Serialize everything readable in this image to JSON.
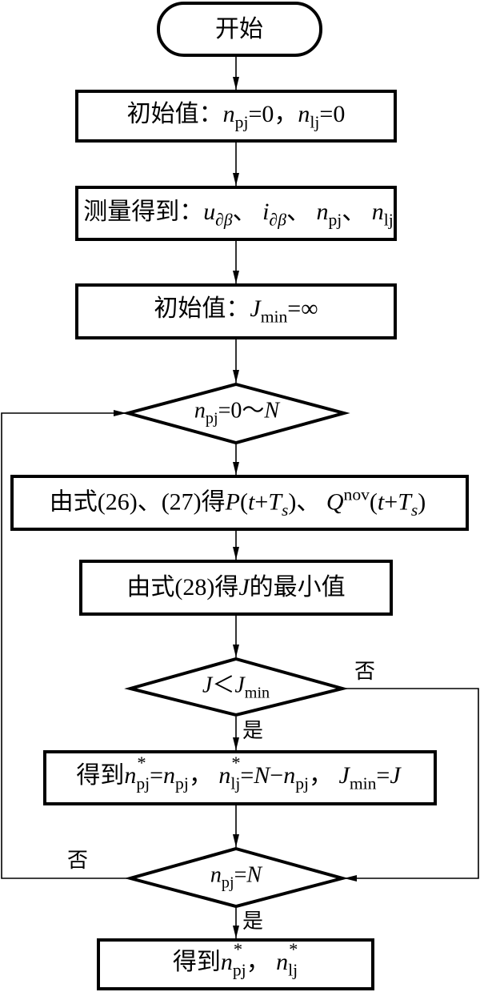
{
  "diagram": {
    "type": "flowchart",
    "nodes": [
      {
        "id": "start",
        "shape": "terminal",
        "text": "开始"
      },
      {
        "id": "init1",
        "shape": "process",
        "text": "初始值：n_pj=0，n_lj=0",
        "parts": {
          "prefix": "初始值：",
          "v1": "n",
          "v1sub": "pj",
          "eq1": "=0，",
          "v2": "n",
          "v2sub": "lj",
          "eq2": "=0"
        }
      },
      {
        "id": "measure",
        "shape": "process",
        "text": "测量得到：u_∂β、i_∂β、n_pj、n_lj",
        "parts": {
          "prefix": "测量得到：",
          "u": "u",
          "usub": "∂β",
          "sep": "、",
          "i": "i",
          "isub": "∂β",
          "n": "n",
          "npsub": "pj",
          "nlsub": "lj"
        }
      },
      {
        "id": "init2",
        "shape": "process",
        "text": "初始值：J_min=∞",
        "parts": {
          "prefix": "初始值：",
          "J": "J",
          "sub": "min",
          "eq": "=∞"
        }
      },
      {
        "id": "loop",
        "shape": "decision",
        "text": "n_pj=0～N",
        "parts": {
          "n": "n",
          "sub": "pj",
          "eq": "=0～",
          "N": "N"
        }
      },
      {
        "id": "calcPQ",
        "shape": "process",
        "text": "由式(26)、(27)得P(t+T_s)、Q^nov(t+T_s)",
        "parts": {
          "prefix": "由式(26)、(27)得",
          "P": "P",
          "open": "(",
          "t": "t",
          "plus": "+",
          "T": "T",
          "s": "s",
          "close": ")",
          "sep": "、",
          "Q": "Q",
          "sup": "nov"
        }
      },
      {
        "id": "calcJ",
        "shape": "process",
        "text": "由式(28)得J的最小值",
        "parts": {
          "prefix": "由式(28)得",
          "J": "J",
          "suffix": "的最小值"
        }
      },
      {
        "id": "compare",
        "shape": "decision",
        "text": "J＜J_min",
        "parts": {
          "J": "J",
          "lt": "＜",
          "sub": "min"
        }
      },
      {
        "id": "update",
        "shape": "process",
        "text": "得到n*_pj=n_pj，n*_lj=N−n_pj，J_min=J",
        "parts": {
          "prefix": "得到",
          "n": "n",
          "star": "*",
          "psub": "pj",
          "lsub": "lj",
          "eq": "=",
          "comma": "，",
          "N": "N",
          "minus": "−",
          "J": "J",
          "min": "min"
        }
      },
      {
        "id": "check",
        "shape": "decision",
        "text": "n_pj=N",
        "parts": {
          "n": "n",
          "sub": "pj",
          "eq": "=",
          "N": "N"
        }
      },
      {
        "id": "result",
        "shape": "process",
        "text": "得到n*_pj，n*_lj",
        "parts": {
          "prefix": "得到",
          "n": "n",
          "star": "*",
          "psub": "pj",
          "comma": "，",
          "lsub": "lj"
        }
      }
    ],
    "edges": [
      {
        "from": "start",
        "to": "init1",
        "label": ""
      },
      {
        "from": "init1",
        "to": "measure",
        "label": ""
      },
      {
        "from": "measure",
        "to": "init2",
        "label": ""
      },
      {
        "from": "init2",
        "to": "loop",
        "label": ""
      },
      {
        "from": "loop",
        "to": "calcPQ",
        "label": ""
      },
      {
        "from": "calcPQ",
        "to": "calcJ",
        "label": ""
      },
      {
        "from": "calcJ",
        "to": "compare",
        "label": ""
      },
      {
        "from": "compare",
        "to": "update",
        "label": "是"
      },
      {
        "from": "compare",
        "to": "check",
        "label": "否"
      },
      {
        "from": "update",
        "to": "check",
        "label": ""
      },
      {
        "from": "check",
        "to": "result",
        "label": "是"
      },
      {
        "from": "check",
        "to": "loop",
        "label": "否"
      }
    ],
    "edge_labels": {
      "yes": "是",
      "no": "否"
    }
  }
}
